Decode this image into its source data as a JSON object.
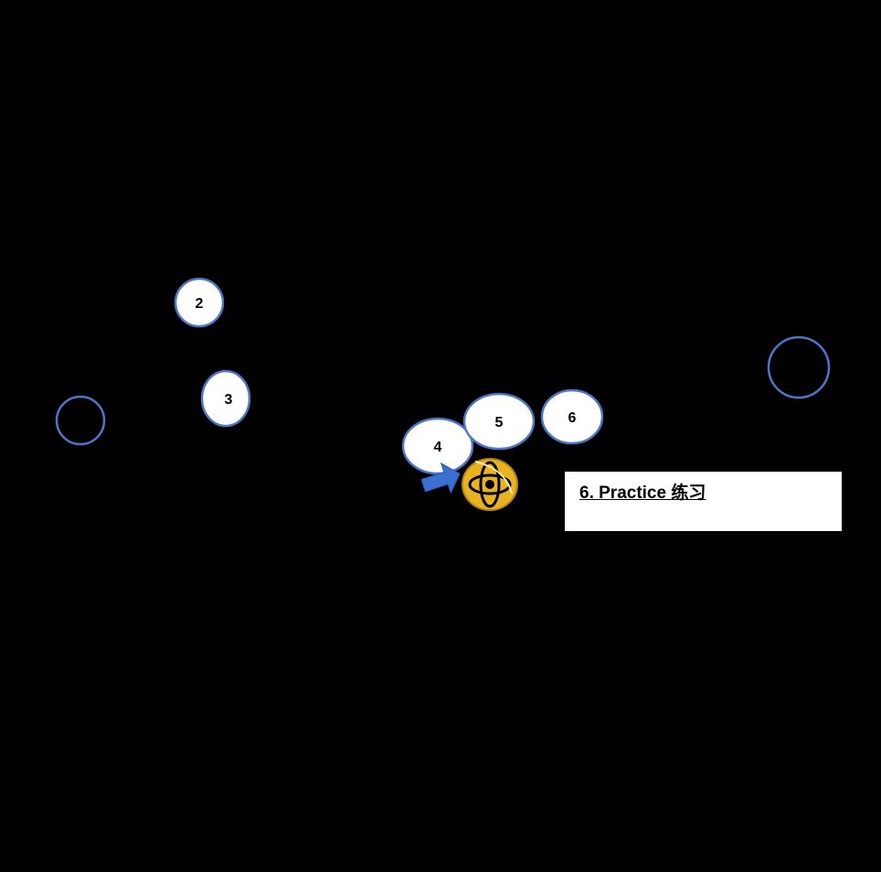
{
  "diagram": {
    "step_markers": [
      {
        "id": "2",
        "label": "2"
      },
      {
        "id": "3",
        "label": "3"
      },
      {
        "id": "4",
        "label": "4"
      },
      {
        "id": "5",
        "label": "5"
      },
      {
        "id": "6",
        "label": "6"
      }
    ],
    "callout": {
      "text": "6. Practice 练习"
    },
    "colors": {
      "background": "#000000",
      "line": "#000000",
      "node_fill": "#ffffff",
      "node_border": "#4a78c6",
      "arrow": "#3b6fd0",
      "gear": "#e8b323"
    },
    "icons": [
      "blue-arrow-icon",
      "gear-icon",
      "tangle-scribble-icon"
    ]
  }
}
